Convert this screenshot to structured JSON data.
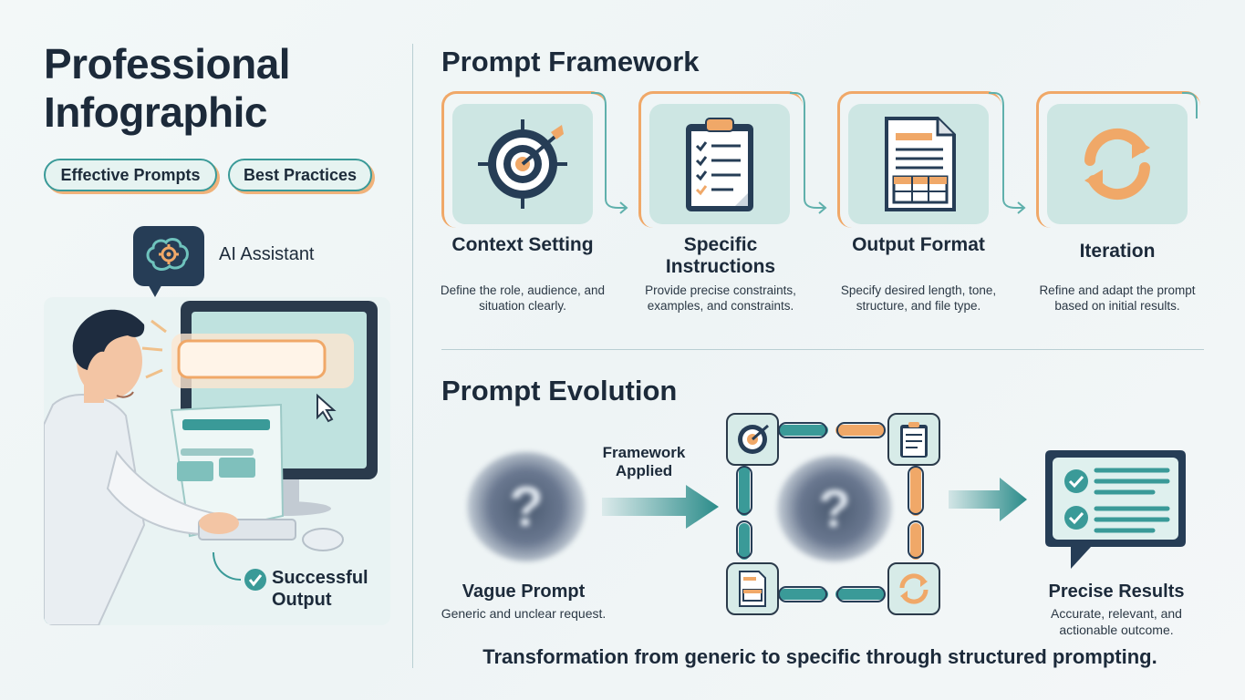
{
  "header": {
    "title": "Professional Infographic",
    "tags": [
      "Effective Prompts",
      "Best Practices"
    ]
  },
  "assistant": {
    "label": "AI Assistant",
    "icon": "brain-gear-icon"
  },
  "success": {
    "label": "Successful Output",
    "icon": "check-circle-icon"
  },
  "framework": {
    "title": "Prompt Framework",
    "steps": [
      {
        "title": "Context Setting",
        "desc": "Define the role, audience, and situation clearly.",
        "icon": "target-icon"
      },
      {
        "title": "Specific Instructions",
        "desc": "Provide precise constraints, examples, and constraints.",
        "icon": "clipboard-checklist-icon"
      },
      {
        "title": "Output Format",
        "desc": "Specify desired length, tone, structure, and file type.",
        "icon": "document-table-icon"
      },
      {
        "title": "Iteration",
        "desc": "Refine and adapt the prompt based on initial results.",
        "icon": "refresh-icon"
      }
    ]
  },
  "evolution": {
    "title": "Prompt Evolution",
    "vague": {
      "title": "Vague Prompt",
      "desc": "Generic and unclear request."
    },
    "applied": "Framework Applied",
    "precise": {
      "title": "Precise Results",
      "desc": "Accurate, relevant, and actionable outcome."
    },
    "caption": "Transformation from generic to specific through structured prompting."
  },
  "colors": {
    "teal": "#3a9a98",
    "orange": "#f0a868",
    "navy": "#263d56",
    "card_bg": "#cde6e3"
  }
}
